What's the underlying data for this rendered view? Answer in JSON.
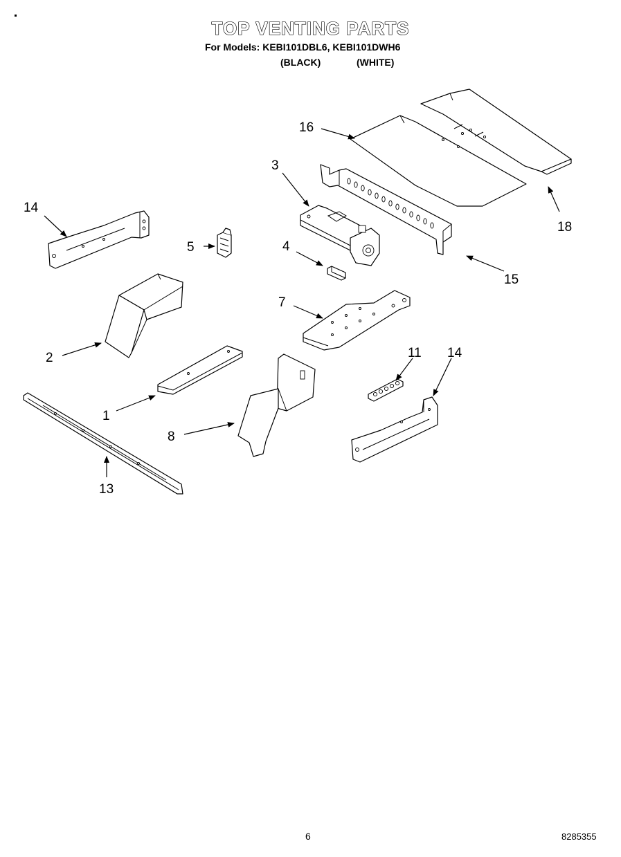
{
  "header": {
    "title": "TOP VENTING PARTS",
    "models_line": "For Models: KEBI101DBL6, KEBI101DWH6",
    "variant_black": "(BLACK)",
    "variant_white": "(WHITE)"
  },
  "callouts": {
    "c1": "1",
    "c2": "2",
    "c3": "3",
    "c4": "4",
    "c5": "5",
    "c7": "7",
    "c8": "8",
    "c11": "11",
    "c13": "13",
    "c14a": "14",
    "c14b": "14",
    "c15": "15",
    "c16": "16",
    "c18": "18"
  },
  "footer": {
    "page_number": "6",
    "document_number": "8285355"
  }
}
